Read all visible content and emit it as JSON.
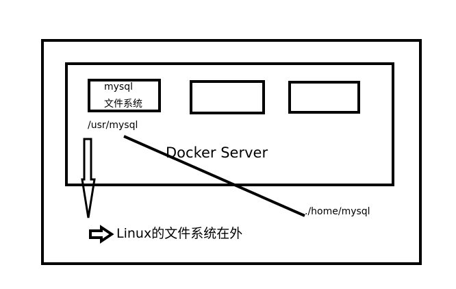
{
  "colors": {
    "stroke": "#000000",
    "background": "#ffffff"
  },
  "server": {
    "title": "Docker Server"
  },
  "container": {
    "name": "mysql",
    "filesystem": "文件系统",
    "path": "/usr/mysql"
  },
  "host": {
    "path": "./home/mysql",
    "note": "Linux的文件系统在外"
  },
  "icons": {
    "down_arrow": "down-arrow-icon",
    "right_arrow": "right-arrow-icon"
  }
}
